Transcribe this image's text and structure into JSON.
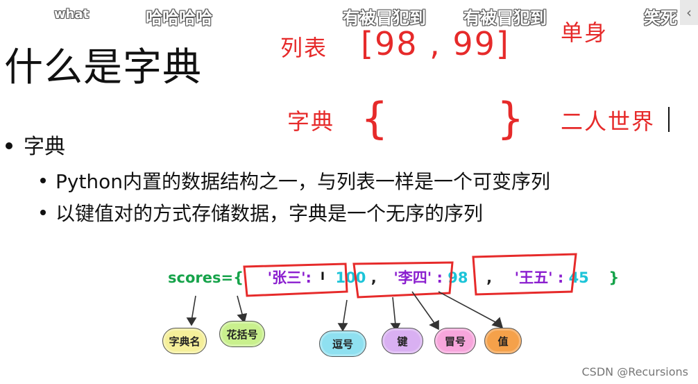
{
  "danmaku": {
    "top_items": [
      "what",
      "哈哈哈哈",
      "有被冒犯到",
      "有被冒犯到",
      "笑死"
    ]
  },
  "slide": {
    "title": "什么是字典",
    "annotations": {
      "list_label": "列表",
      "list_content": "[98 , 99]",
      "dict_label": "字典",
      "single": "单身",
      "couple": "二人世界",
      "brace_open": "{",
      "brace_close": "}"
    },
    "bullet_main": "字典",
    "bullets": [
      "Python内置的数据结构之一，与列表一样是一个可变序列",
      "以键值对的方式存储数据，字典是一个无序的序列"
    ],
    "code": {
      "var": "scores={",
      "key1": "'张三':",
      "val1": "100",
      "comma1": ",",
      "key2": "'李四'",
      "colon2": ":",
      "val2": "98",
      "comma2": ",",
      "key3": "'王五'",
      "colon3": ":",
      "val3": "45",
      "close": "}"
    },
    "clouds": [
      {
        "label": "字典名",
        "color": "#f5ef9a"
      },
      {
        "label": "花括号",
        "color": "#c9f08d"
      },
      {
        "label": "逗号",
        "color": "#8fe0f0"
      },
      {
        "label": "键",
        "color": "#d9b0f2"
      },
      {
        "label": "冒号",
        "color": "#f7a6dc"
      },
      {
        "label": "值",
        "color": "#f5a14a"
      }
    ],
    "text_cursor_char": "I"
  },
  "watermark": "CSDN @Recursions",
  "colors": {
    "handwriting": "#e62a2a"
  }
}
